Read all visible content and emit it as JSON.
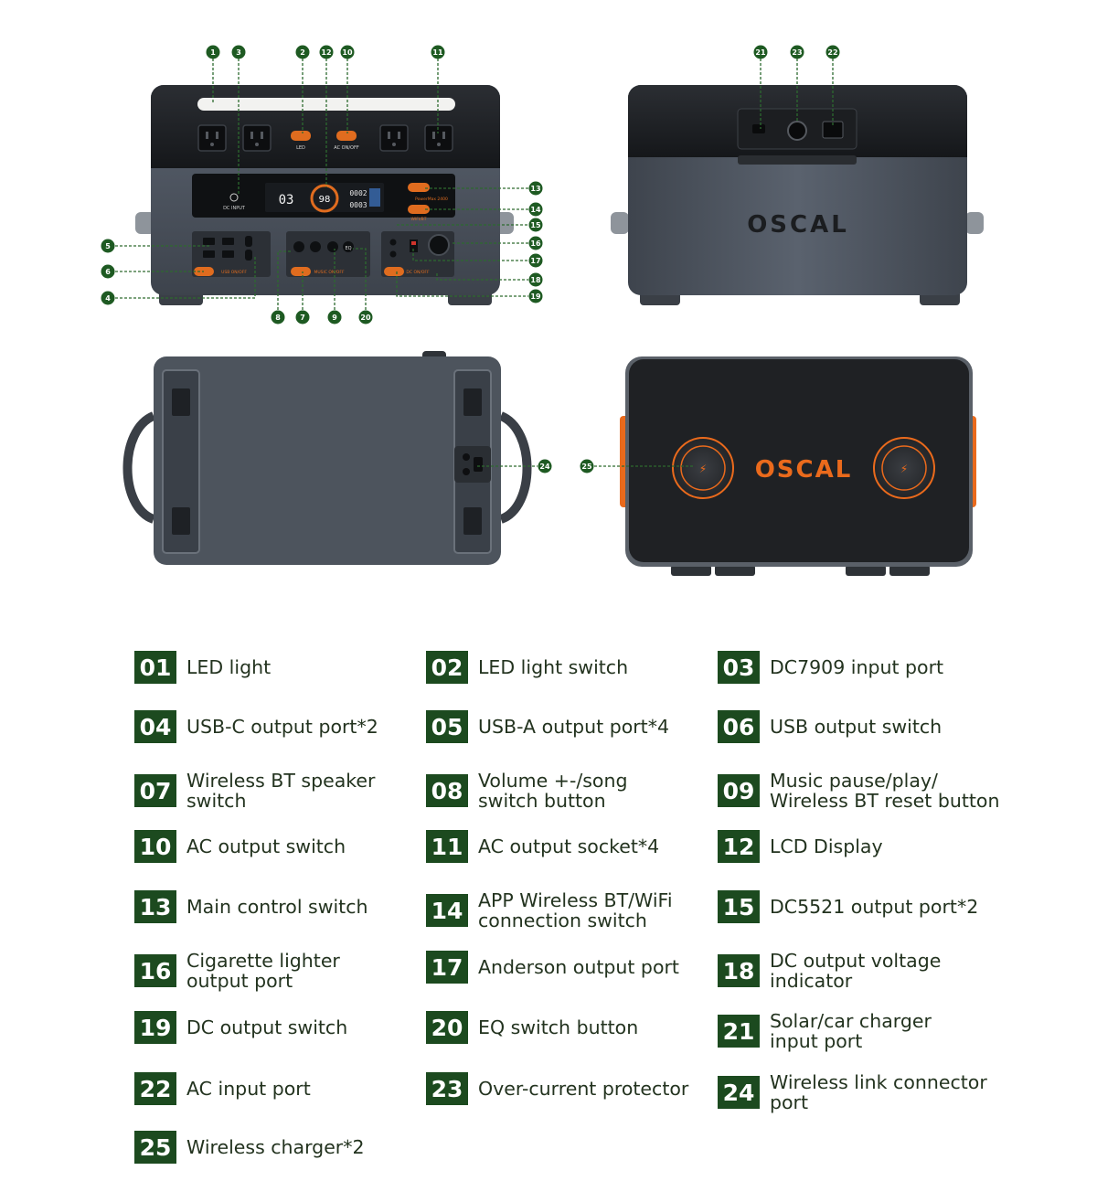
{
  "brand": {
    "name": "OSCAL",
    "accent": "#ea6a1c",
    "badge_color": "#1c4a1f",
    "callout_color": "#2d6a2f"
  },
  "device_labels": {
    "led": "LED",
    "ac_onoff": "AC ON/OFF",
    "dc_input": "DC INPUT",
    "usb_onoff": "USB ON/OFF",
    "music_onoff": "MUSIC ON/OFF",
    "dc_onoff": "DC ON/OFF",
    "wifi_bt": "WIFI/BT",
    "main_onoff": "ON/OFF",
    "model": "PowerMax 2400",
    "eq": "EQ",
    "lcd_soc": "98",
    "lcd_left": "03",
    "lcd_right_1": "0002",
    "lcd_right_2": "0003"
  },
  "callouts": [
    "1",
    "3",
    "2",
    "12",
    "10",
    "11",
    "5",
    "6",
    "4",
    "8",
    "7",
    "9",
    "20",
    "13",
    "14",
    "15",
    "16",
    "17",
    "18",
    "19",
    "21",
    "23",
    "22",
    "24",
    "25"
  ],
  "legend": [
    {
      "num": "01",
      "text": "LED light"
    },
    {
      "num": "02",
      "text": "LED light switch"
    },
    {
      "num": "03",
      "text": "DC7909 input port"
    },
    {
      "num": "04",
      "text": "USB-C output port*2"
    },
    {
      "num": "05",
      "text": "USB-A output port*4"
    },
    {
      "num": "06",
      "text": "USB output switch"
    },
    {
      "num": "07",
      "text": "Wireless BT speaker\nswitch"
    },
    {
      "num": "08",
      "text": "Volume +-/song\nswitch button"
    },
    {
      "num": "09",
      "text": "Music pause/play/\nWireless BT reset button"
    },
    {
      "num": "10",
      "text": "AC output switch"
    },
    {
      "num": "11",
      "text": " AC output socket*4"
    },
    {
      "num": "12",
      "text": " LCD Display"
    },
    {
      "num": "13",
      "text": "Main control switch"
    },
    {
      "num": "14",
      "text": "APP Wireless BT/WiFi\nconnection switch"
    },
    {
      "num": "15",
      "text": "DC5521 output port*2"
    },
    {
      "num": "16",
      "text": "Cigarette lighter\noutput port"
    },
    {
      "num": "17",
      "text": "Anderson output port"
    },
    {
      "num": "18",
      "text": "DC output voltage\nindicator"
    },
    {
      "num": "19",
      "text": " DC output switch"
    },
    {
      "num": "20",
      "text": "EQ switch button"
    },
    {
      "num": "21",
      "text": "Solar/car charger\ninput port"
    },
    {
      "num": "22",
      "text": "AC input port"
    },
    {
      "num": "23",
      "text": " Over-current protector"
    },
    {
      "num": "24",
      "text": "Wireless link connector\nport"
    },
    {
      "num": "25",
      "text": "Wireless charger*2"
    }
  ]
}
